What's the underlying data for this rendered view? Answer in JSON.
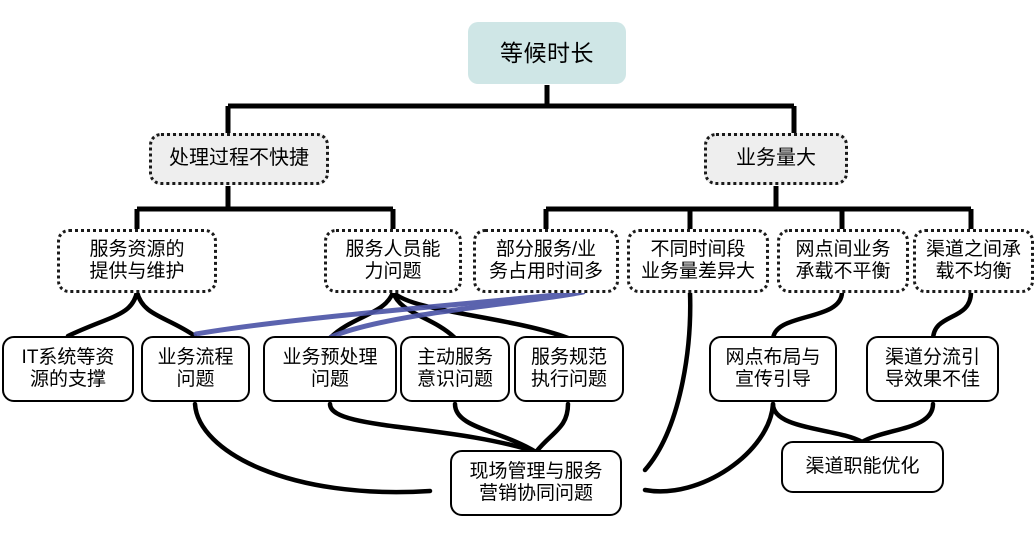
{
  "diagram": {
    "title": "等候时长",
    "type": "tree-fishbone-cause-diagram",
    "colors": {
      "root_fill": "#cfe6e6",
      "level2_fill": "#eeeeee",
      "node_fill": "#ffffff",
      "edge": "#000000",
      "highlight_edge": "#4e56a8",
      "text": "#000000"
    },
    "nodes": {
      "root": {
        "label": "等候时长"
      },
      "level2": [
        {
          "id": "l2a",
          "label": "处理过程不快捷"
        },
        {
          "id": "l2b",
          "label": "业务量大"
        }
      ],
      "level3": [
        {
          "id": "l3a",
          "label": "服务资源的\n提供与维护"
        },
        {
          "id": "l3b",
          "label": "服务人员能\n力问题"
        },
        {
          "id": "l3c",
          "label": "部分服务/业\n务占用时间多"
        },
        {
          "id": "l3d",
          "label": "不同时间段\n业务量差异大"
        },
        {
          "id": "l3e",
          "label": "网点间业务\n承载不平衡"
        },
        {
          "id": "l3f",
          "label": "渠道之间承\n载不均衡"
        }
      ],
      "level4": [
        {
          "id": "l4a",
          "label": "IT系统等资\n源的支撑"
        },
        {
          "id": "l4b",
          "label": "业务流程\n问题"
        },
        {
          "id": "l4c",
          "label": "业务预处理\n问题"
        },
        {
          "id": "l4d",
          "label": "主动服务\n意识问题"
        },
        {
          "id": "l4e",
          "label": "服务规范\n执行问题"
        },
        {
          "id": "l4f",
          "label": "网点布局与\n宣传引导"
        },
        {
          "id": "l4g",
          "label": "渠道分流引\n导效果不佳"
        }
      ],
      "level5": [
        {
          "id": "l5a",
          "label": "现场管理与服务\n营销协同问题"
        },
        {
          "id": "l5b",
          "label": "渠道职能优化"
        }
      ]
    }
  }
}
